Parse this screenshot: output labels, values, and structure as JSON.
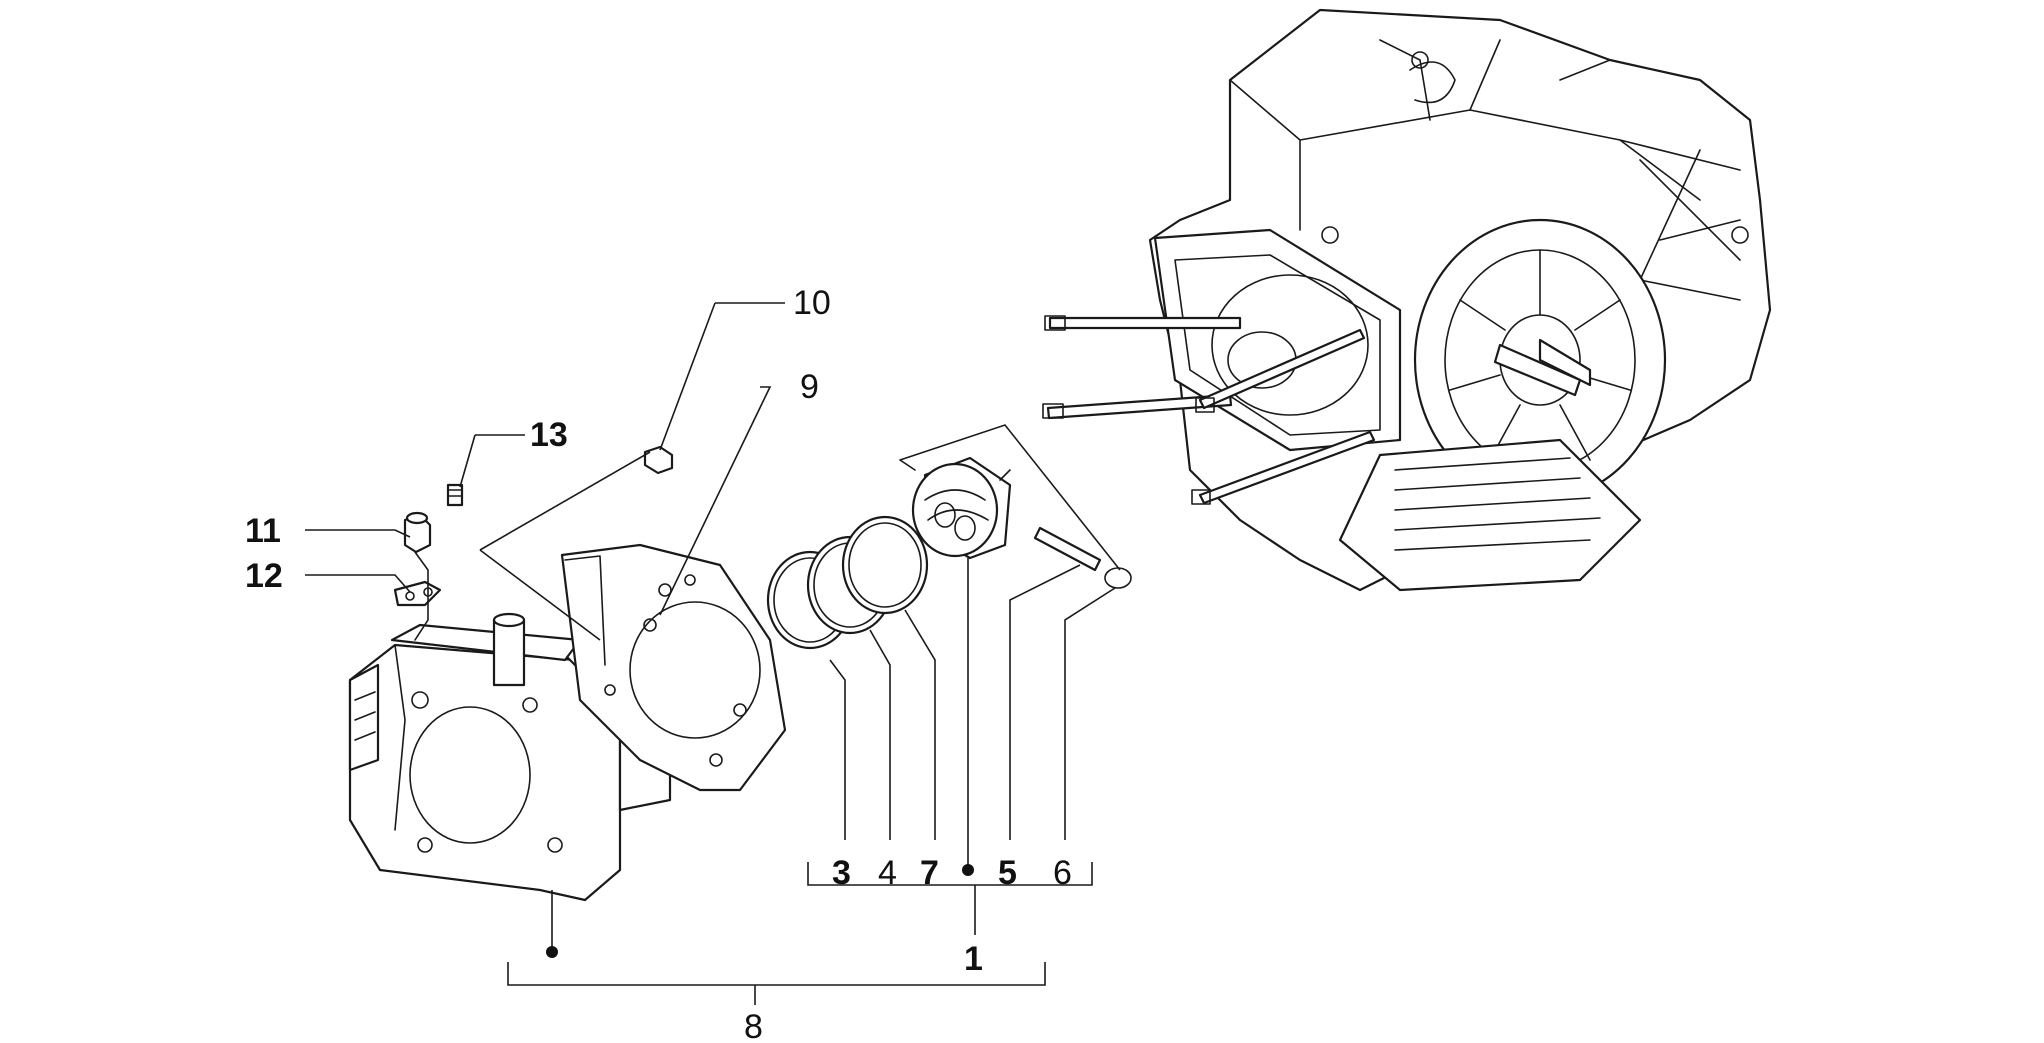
{
  "diagram": {
    "callouts": {
      "c1": "1",
      "c3": "3",
      "c4": "4",
      "c5": "5",
      "c6": "6",
      "c7": "7",
      "c8": "8",
      "c9": "9",
      "c10": "10",
      "c11": "11",
      "c12": "12",
      "c13": "13"
    }
  }
}
